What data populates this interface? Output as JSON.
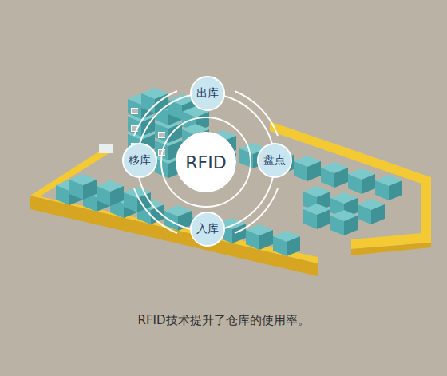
{
  "diagram": {
    "caption": "RFID技术提升了仓库的使用率。",
    "nodes": [
      {
        "text": [
          "出库"
        ]
      },
      {
        "text": [
          "移库"
        ]
      },
      {
        "text": [
          "RFID"
        ]
      },
      {
        "text": [
          "盘点"
        ]
      },
      {
        "text": [
          "入库"
        ]
      }
    ]
  }
}
